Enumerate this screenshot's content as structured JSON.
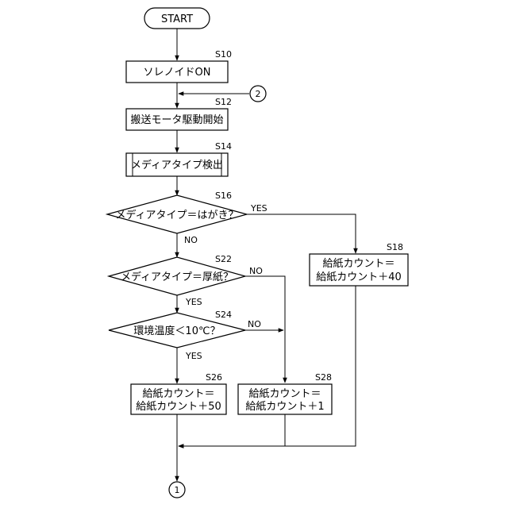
{
  "start": {
    "label": "START"
  },
  "steps": {
    "s10": {
      "id": "S10",
      "text": "ソレノイドON"
    },
    "s12": {
      "id": "S12",
      "text": "搬送モータ駆動開始"
    },
    "s14": {
      "id": "S14",
      "text": "メディアタイプ検出"
    },
    "s16": {
      "id": "S16",
      "text": "メディアタイプ＝はがき？",
      "yes": "YES",
      "no": "NO"
    },
    "s18": {
      "id": "S18",
      "line1": "給紙カウント＝",
      "line2": "給紙カウント＋40"
    },
    "s22": {
      "id": "S22",
      "text": "メディアタイプ＝厚紙？",
      "yes": "YES",
      "no": "NO"
    },
    "s24": {
      "id": "S24",
      "text": "環境温度＜10℃？",
      "yes": "YES",
      "no": "NO"
    },
    "s26": {
      "id": "S26",
      "line1": "給紙カウント＝",
      "line2": "給紙カウント＋50"
    },
    "s28": {
      "id": "S28",
      "line1": "給紙カウント＝",
      "line2": "給紙カウント＋1"
    }
  },
  "connectors": {
    "in": "2",
    "out": "1"
  }
}
